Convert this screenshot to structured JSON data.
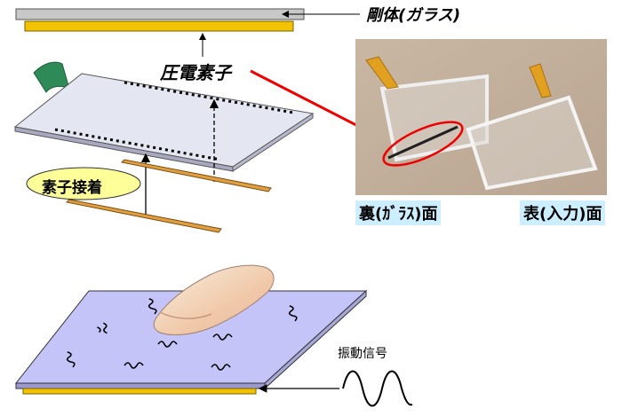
{
  "labels": {
    "rigid_body_glass": "剛体(ガラス)",
    "piezo_element": "圧電素子",
    "element_bonding": "素子接着",
    "back_glass_side": "裏(ｶﾞﾗｽ)面",
    "front_input_side": "表(入力)面",
    "vibration_signal": "振動信号"
  },
  "colors": {
    "glass_plate": "#c8c8c8",
    "piezo_strip": "#f2c200",
    "panel_top": "#e4e6f2",
    "panel_bottom": "#c4c4f8",
    "strip_orange": "#e0a040",
    "label_ellipse": "#ffff99",
    "photo_label_bg": "#cceeff",
    "pointer_arrow": "#ee0000",
    "flex_tab": "#2e8b57"
  }
}
